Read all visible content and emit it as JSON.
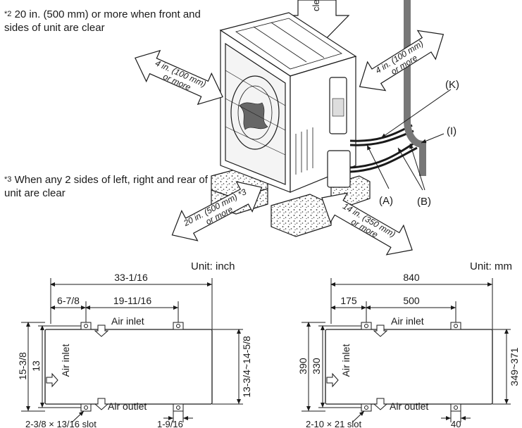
{
  "notes": {
    "note2_mark": "*2",
    "note2_text": "20 in. (500 mm) or more when front and sides of unit are clear",
    "note3_mark": "*3",
    "note3_text": "When any 2 sides of left, right and rear of unit are clear"
  },
  "clearances": {
    "top_partial": "cle",
    "left": [
      "4 in. (100 mm)",
      "or more"
    ],
    "right": [
      "4 in. (100 mm)",
      "or more"
    ],
    "front_left": [
      "20 in. (500 mm) *3",
      "or more"
    ],
    "front_right": [
      "14 in. (350 mm)",
      "or more"
    ]
  },
  "parts": {
    "K": "(K)",
    "I": "(I)",
    "A": "(A)",
    "B": "(B)"
  },
  "inch_plan": {
    "unit": "Unit: inch",
    "overall_width": "33-1/16",
    "left_offset": "6-7/8",
    "bolt_span": "19-11/16",
    "overall_depth": "15-3/8",
    "bolt_depth": "13",
    "right_depth": "13-3/4~14-5/8",
    "air_inlet_top": "Air inlet",
    "air_inlet_side": "Air inlet",
    "air_outlet": "Air outlet",
    "slot": "2-3/8 × 13/16 slot",
    "foot_width": "1-9/16"
  },
  "mm_plan": {
    "unit": "Unit: mm",
    "overall_width": "840",
    "left_offset": "175",
    "bolt_span": "500",
    "overall_depth": "390",
    "bolt_depth": "330",
    "right_depth": "349~371",
    "air_inlet_top": "Air inlet",
    "air_inlet_side": "Air inlet",
    "air_outlet": "Air outlet",
    "slot": "2-10 × 21 slot",
    "foot_width": "40"
  }
}
